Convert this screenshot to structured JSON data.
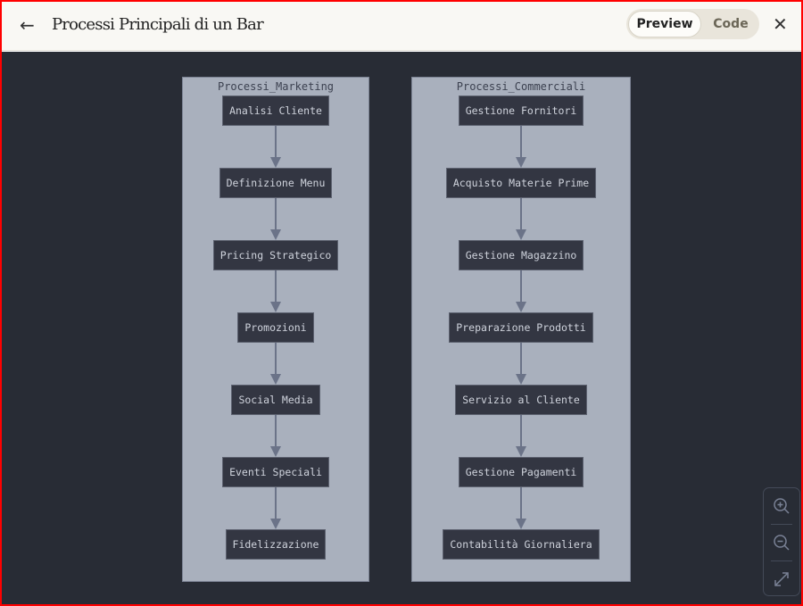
{
  "header": {
    "title": "Processi Principali di un Bar",
    "preview_label": "Preview",
    "code_label": "Code"
  },
  "clusters": [
    {
      "label": "Processi_Marketing",
      "nodes": [
        "Analisi Cliente",
        "Definizione Menu",
        "Pricing Strategico",
        "Promozioni",
        "Social Media",
        "Eventi Speciali",
        "Fidelizzazione"
      ]
    },
    {
      "label": "Processi_Commerciali",
      "nodes": [
        "Gestione Fornitori",
        "Acquisto Materie Prime",
        "Gestione Magazzino",
        "Preparazione Prodotti",
        "Servizio al Cliente",
        "Gestione Pagamenti",
        "Contabilità Giornaliera"
      ]
    }
  ],
  "colors": {
    "canvas": "#282c35",
    "cluster": "#a9b0bd",
    "node": "#333642",
    "arrow": "#6b7388"
  }
}
